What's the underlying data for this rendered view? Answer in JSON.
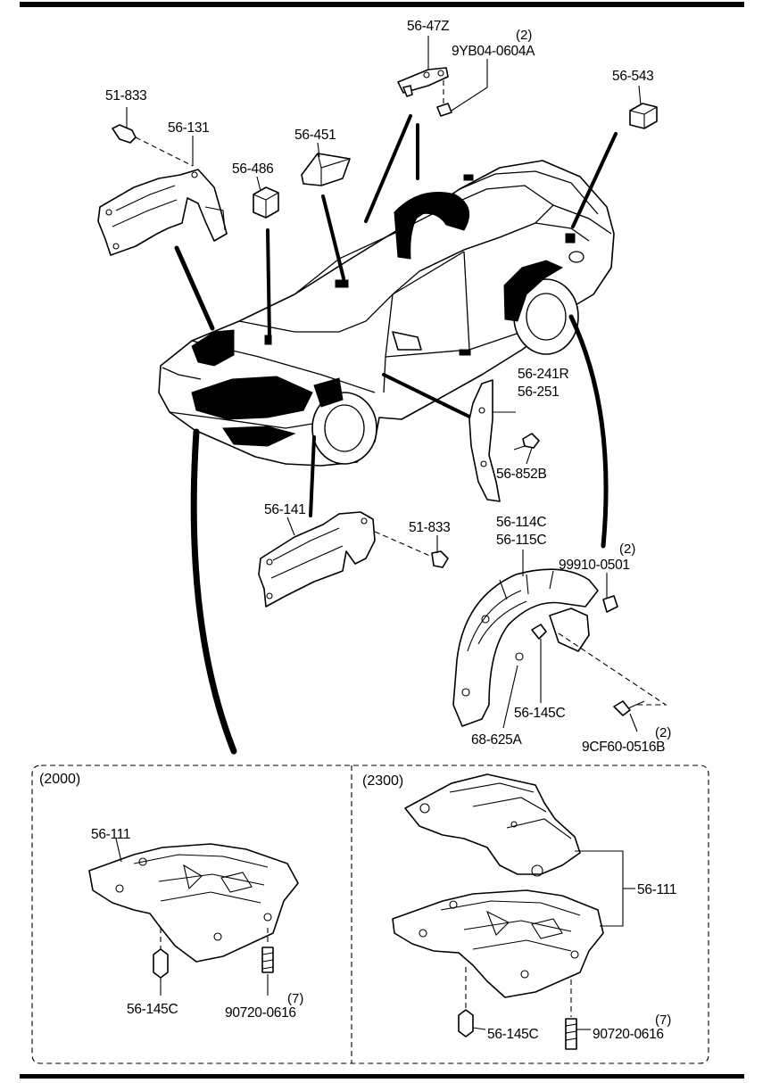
{
  "callouts": {
    "c56_47z": "56-47Z",
    "c9yb04_qty": "(2)",
    "c9yb04": "9YB04-0604A",
    "c56_543": "56-543",
    "c51_833_top": "51-833",
    "c56_131": "56-131",
    "c56_451": "56-451",
    "c56_486": "56-486",
    "c56_241r": "56-241R",
    "c56_251": "56-251",
    "c56_852b": "56-852B",
    "c56_141": "56-141",
    "c51_833_mid": "51-833",
    "c56_114c": "56-114C",
    "c56_115c": "56-115C",
    "c99910_qty": "(2)",
    "c99910": "99910-0501",
    "c56_145c_mid": "56-145C",
    "c68_625a": "68-625A",
    "c9cf60_qty": "(2)",
    "c9cf60": "9CF60-0516B"
  },
  "box_2000": {
    "title": "(2000)",
    "c56_111": "56-111",
    "c56_145c": "56-145C",
    "c90720_qty": "(7)",
    "c90720": "90720-0616"
  },
  "box_2300": {
    "title": "(2300)",
    "c56_111": "56-111",
    "c56_145c": "56-145C",
    "c90720_qty": "(7)",
    "c90720": "90720-0616"
  }
}
